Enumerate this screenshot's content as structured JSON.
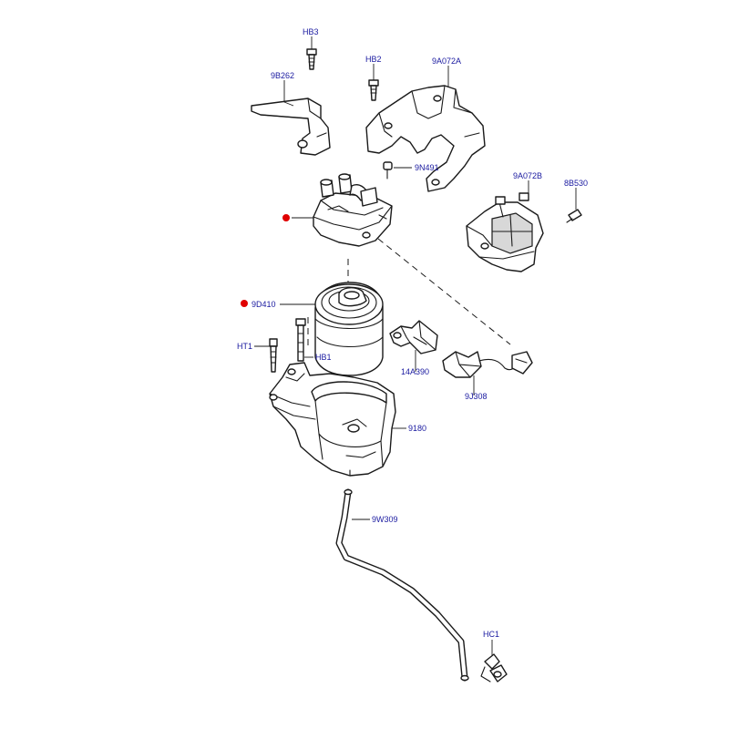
{
  "colors": {
    "callout_text": "#1a1aa0",
    "line": "#1a1a1a",
    "marker": "#e00000"
  },
  "callouts": {
    "hb3": "HB3",
    "hb2": "HB2",
    "a9a072a": "9A072A",
    "b9b262": "9B262",
    "n9n491": "9N491",
    "b9a072b": "9A072B",
    "b8b530": "8B530",
    "d9d410": "9D410",
    "ht1": "HT1",
    "hb1": "HB1",
    "a14a390": "14A390",
    "j9j308": "9J308",
    "n9180": "9180",
    "w9w309": "9W309",
    "hc1": "HC1"
  },
  "markers": [
    "highlight-dot",
    "highlight-dot"
  ]
}
